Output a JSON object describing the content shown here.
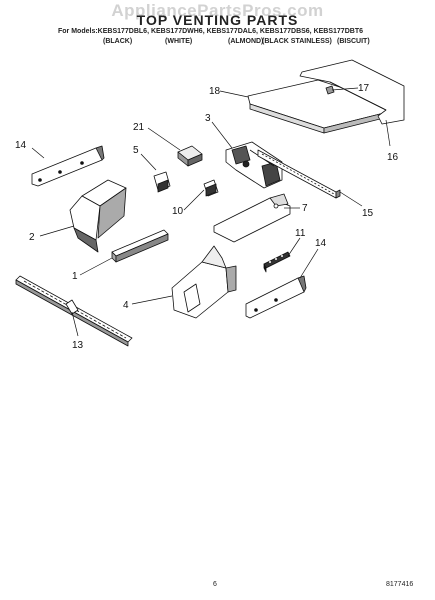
{
  "header": {
    "watermark": "AppliancePartsPros.com",
    "title": "TOP VENTING PARTS",
    "models_line": "For Models:KEBS177DBL6, KEBS177DWH6, KEBS177DAL6, KEBS177DBS6, KEBS177DBT6",
    "colors": [
      "(BLACK)",
      "(WHITE)",
      "(ALMOND)",
      "(BLACK STAINLESS)",
      "(BISCUIT)"
    ]
  },
  "callouts": [
    "1",
    "2",
    "3",
    "4",
    "5",
    "7",
    "10",
    "11",
    "13",
    "14",
    "14",
    "15",
    "16",
    "17",
    "18",
    "21"
  ],
  "footer": {
    "page_number": "6",
    "document_number": "8177416"
  }
}
